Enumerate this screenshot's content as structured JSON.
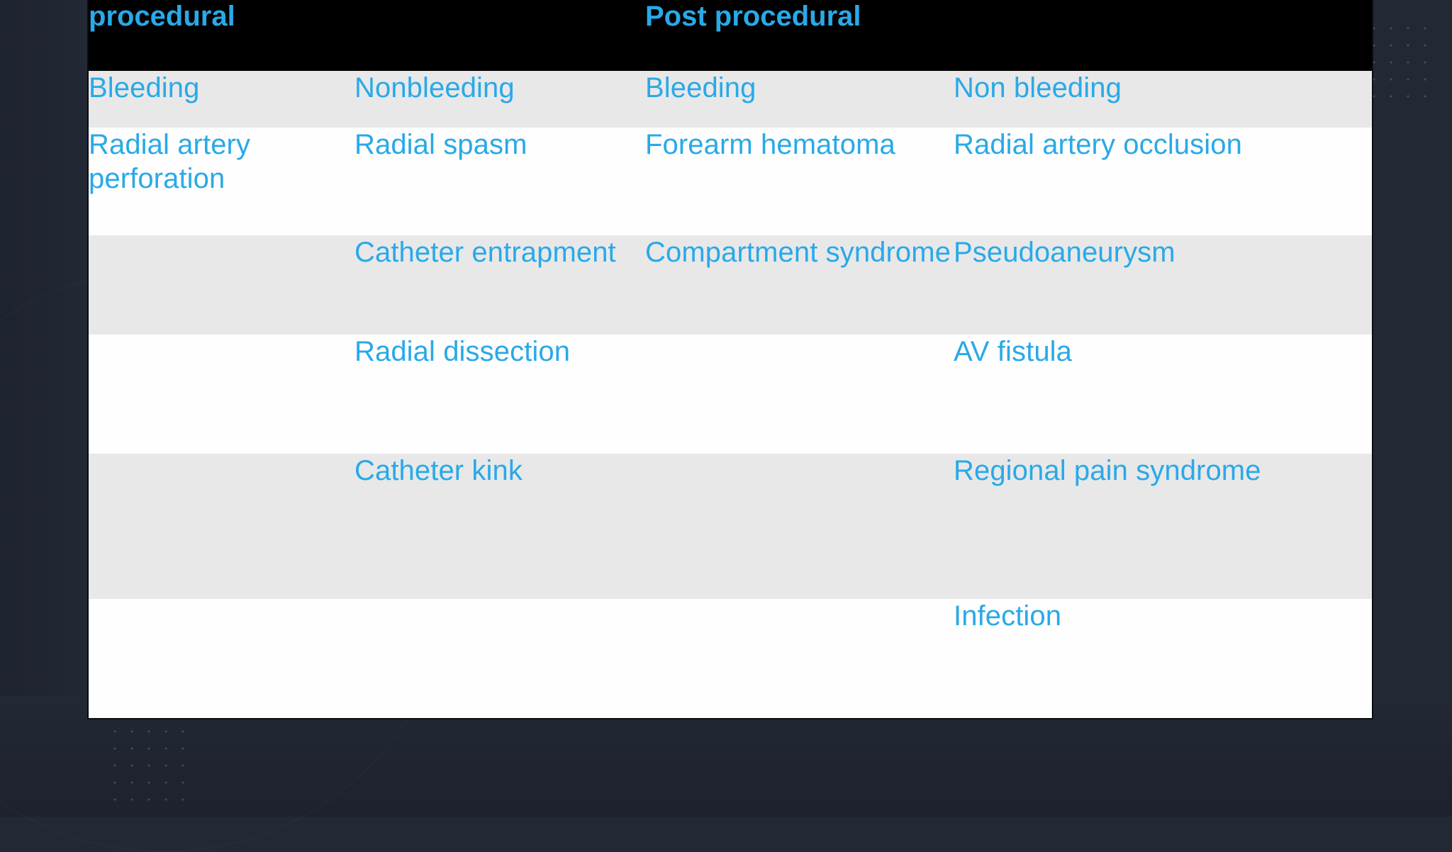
{
  "slide": {
    "background_color": "#222834",
    "accent_text_color": "#29a9e8",
    "header_background_color": "#000000",
    "row_gray_color": "#e8e8e9",
    "row_white_color": "#fefefe"
  },
  "table": {
    "group_headers": [
      {
        "label": "procedural",
        "span": 2
      },
      {
        "label": "Post procedural",
        "span": 2
      }
    ],
    "column_headers": [
      "Bleeding",
      "Nonbleeding",
      "Bleeding",
      "Non bleeding"
    ],
    "rows": [
      {
        "cells": [
          "Radial artery perforation",
          "Radial spasm",
          "Forearm hematoma",
          "Radial artery occlusion"
        ]
      },
      {
        "cells": [
          "",
          "Catheter entrapment",
          "Compartment syndrome",
          " Pseudoaneurysm"
        ]
      },
      {
        "cells": [
          "",
          "Radial dissection",
          "",
          "AV fistula"
        ]
      },
      {
        "cells": [
          "",
          "Catheter kink",
          "",
          " Regional pain syndrome"
        ]
      },
      {
        "cells": [
          "",
          "",
          "",
          "Infection"
        ]
      }
    ]
  }
}
